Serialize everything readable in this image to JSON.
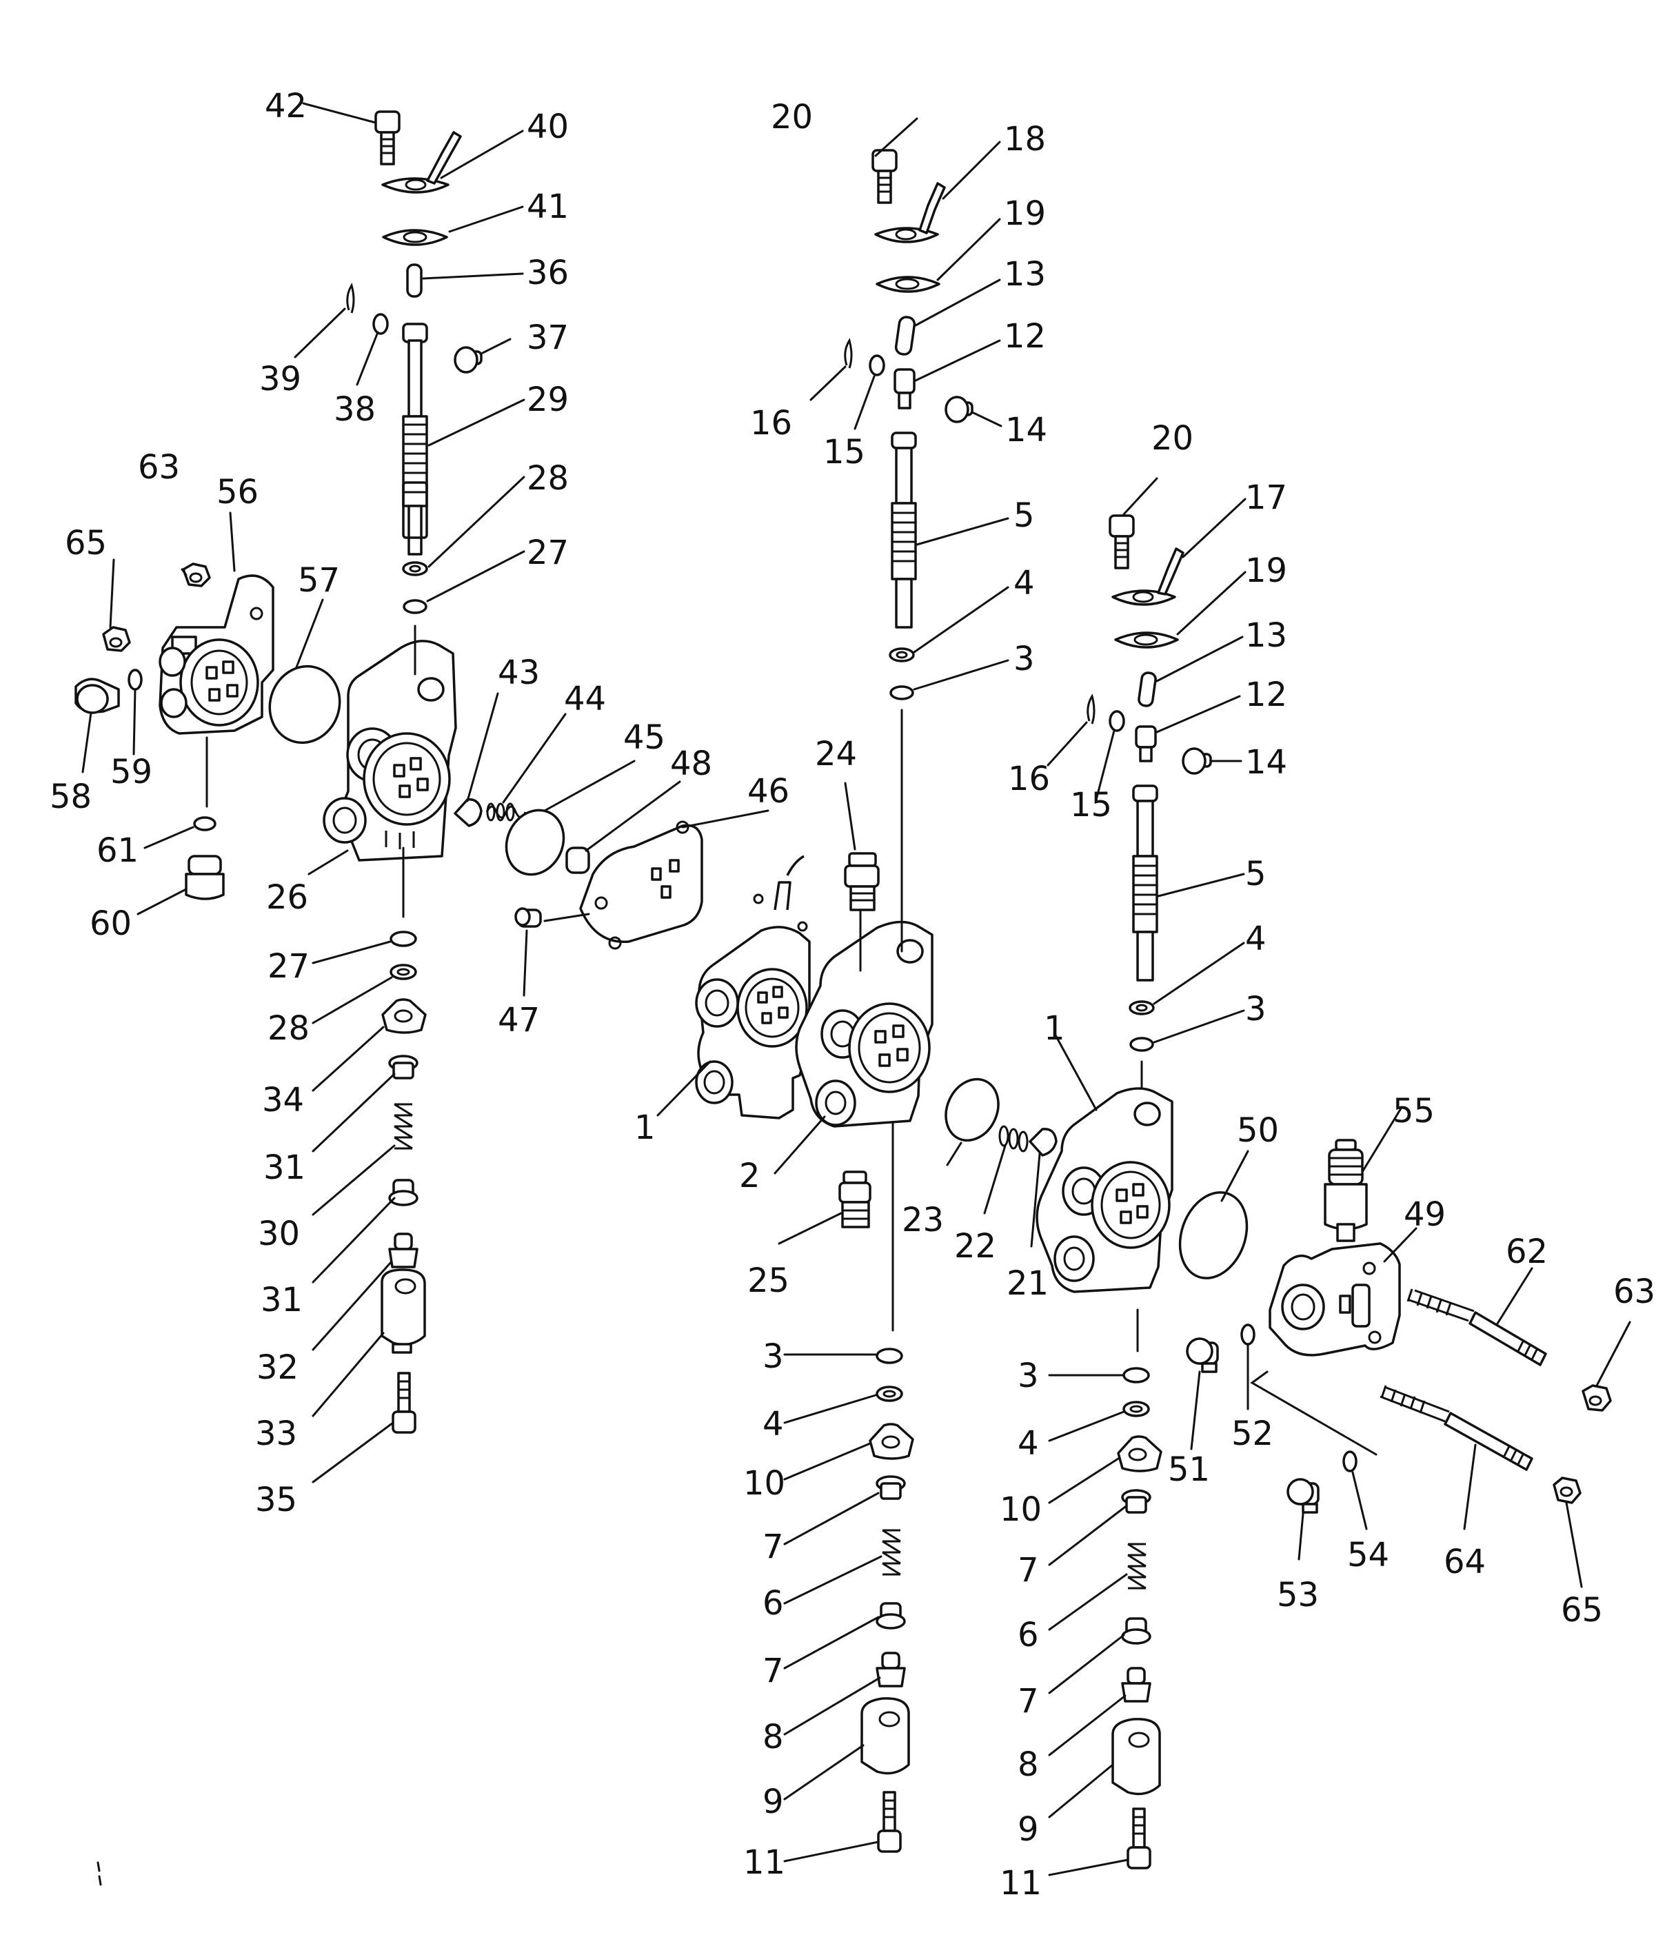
{
  "colors": {
    "ink": "#111111",
    "paper": "#ffffff"
  },
  "labels": [
    "1",
    "2",
    "3",
    "4",
    "5",
    "6",
    "7",
    "8",
    "9",
    "10",
    "11",
    "12",
    "13",
    "14",
    "15",
    "16",
    "17",
    "18",
    "19",
    "20",
    "21",
    "22",
    "23",
    "24",
    "25",
    "26",
    "27",
    "28",
    "29",
    "30",
    "31",
    "32",
    "33",
    "34",
    "35",
    "36",
    "37",
    "38",
    "39",
    "40",
    "41",
    "42",
    "43",
    "44",
    "45",
    "46",
    "47",
    "48",
    "49",
    "50",
    "51",
    "52",
    "53",
    "54",
    "55",
    "56",
    "57",
    "58",
    "59",
    "60",
    "61",
    "62",
    "63",
    "64",
    "65"
  ]
}
